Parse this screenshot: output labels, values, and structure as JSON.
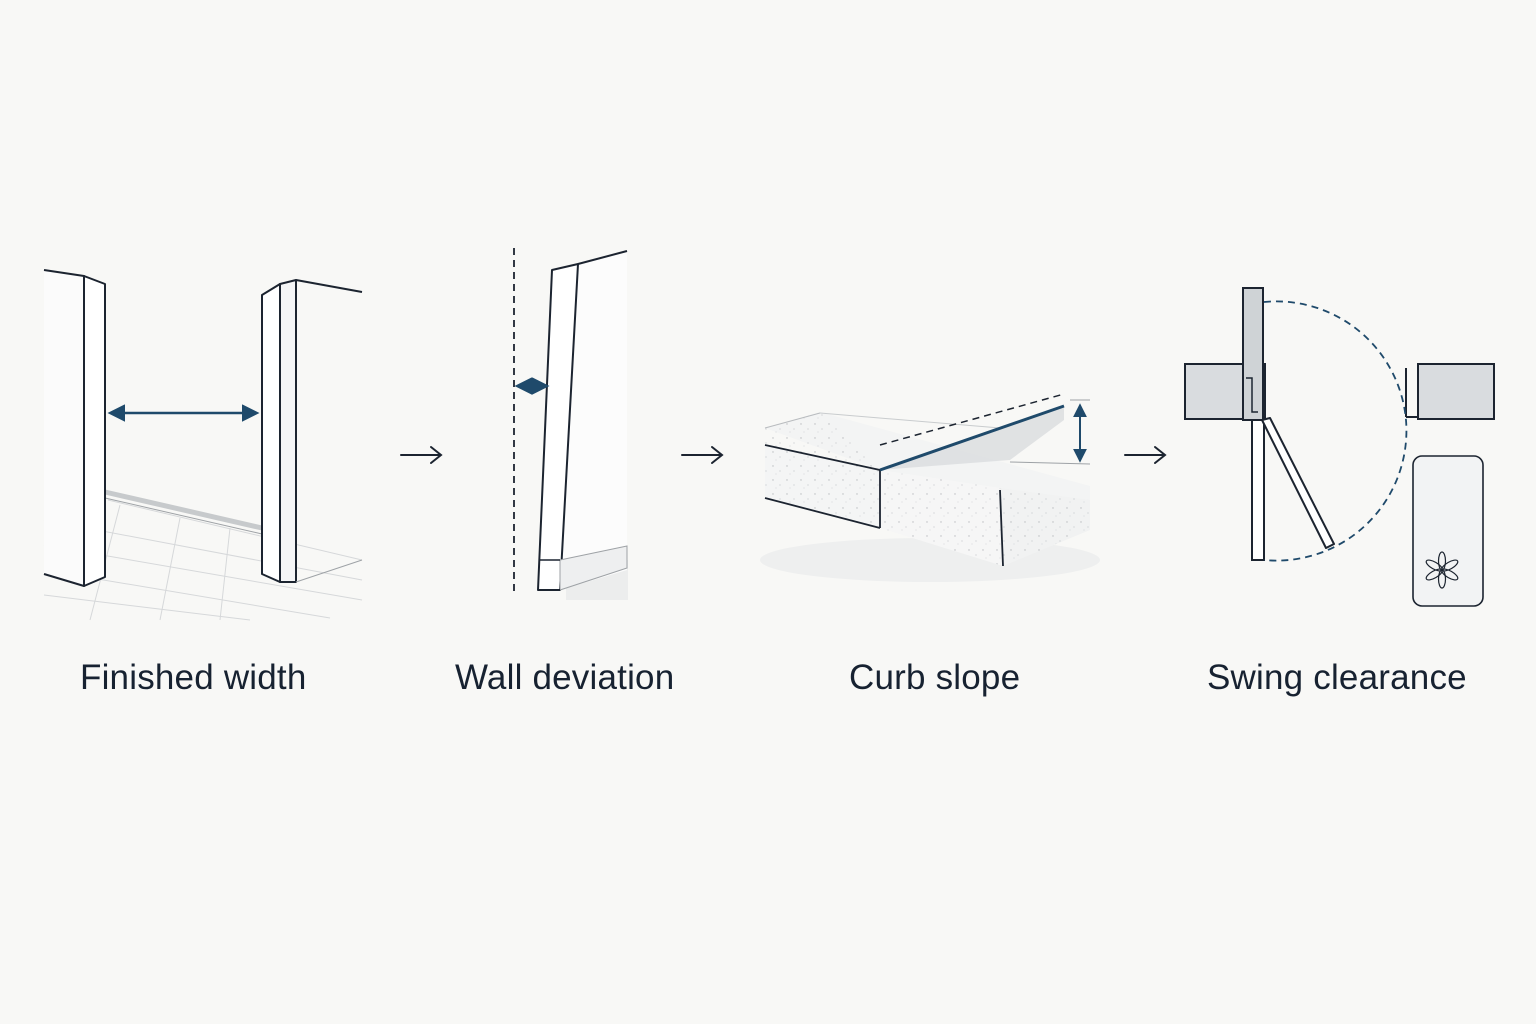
{
  "steps": [
    {
      "label": "Finished width",
      "icon": "door-opening-width-icon"
    },
    {
      "label": "Wall deviation",
      "icon": "wall-plumb-deviation-icon"
    },
    {
      "label": "Curb slope",
      "icon": "curb-slope-icon"
    },
    {
      "label": "Swing clearance",
      "icon": "door-swing-clearance-icon"
    }
  ],
  "connector_icon": "arrow-right-icon",
  "colors": {
    "background": "#f8f8f6",
    "line": "#1c2430",
    "accent": "#1f4a6b",
    "panel_fill": "#d9dcdf",
    "label": "#172231"
  }
}
